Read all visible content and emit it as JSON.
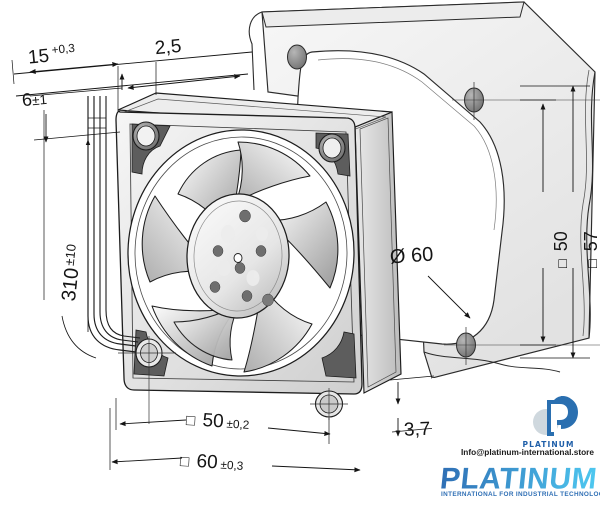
{
  "drawing": {
    "title": "axial fan exploded technical drawing",
    "subject": "60 mm axial cooling fan with mounting panel",
    "view": "isometric exploded assembly",
    "units": "mm",
    "line_color": "#1a1a1a",
    "fill_light": "#f2f2f2",
    "fill_mid": "#d4d4d4",
    "fill_dark": "#6e6e6e"
  },
  "dimensions": {
    "depth_overall": {
      "value": "15",
      "tolerance": "+0,3",
      "label": "15",
      "position": "top-left"
    },
    "flange_offset": {
      "value": "2,5",
      "tolerance": "",
      "label": "2,5",
      "position": "top-center"
    },
    "lead_exit": {
      "value": "6",
      "tolerance": "±1",
      "label": "6",
      "position": "upper-left"
    },
    "lead_length": {
      "value": "310",
      "tolerance": "±10",
      "label": "310",
      "position": "left-vertical"
    },
    "bore_diameter": {
      "symbol": "Ø",
      "value": "60",
      "tolerance": "",
      "label": "Ø 60",
      "position": "panel-center"
    },
    "hole_pitch": {
      "symbol": "□",
      "value": "50",
      "tolerance": "±0,2",
      "label": "□ 50",
      "position": "bottom"
    },
    "frame_size": {
      "symbol": "□",
      "value": "60",
      "tolerance": "±0,3",
      "label": "□ 60",
      "position": "bottom"
    },
    "panel_pitch": {
      "symbol": "□",
      "value": "50",
      "tolerance": "",
      "label": "□ 50",
      "position": "right-vertical"
    },
    "panel_size": {
      "symbol": "□",
      "value": "57",
      "tolerance": "",
      "label": "□ 57",
      "position": "right-vertical"
    },
    "panel_thickness": {
      "value": "3,7",
      "tolerance": "±",
      "label": "3,7",
      "position": "bottom-right"
    }
  },
  "fan": {
    "blade_count": 7,
    "corner_holes": 4,
    "hub_dimples": 7,
    "wire_count": 2
  },
  "panel": {
    "mounting_holes": 4,
    "aperture": "rounded-square cutout"
  },
  "branding": {
    "mark_alt": "platinum-p-logo",
    "wordmark_small": "PLATINUM",
    "email": "Info@platinum-international.store",
    "wordmark_large": "PLATINUM",
    "tagline": "INTERNATIONAL FOR INDUSTRIAL TECHNOLOGY",
    "color_primary": "#1f5fa9",
    "color_accent": "#3fb8e8",
    "color_light": "#cfd8de"
  }
}
